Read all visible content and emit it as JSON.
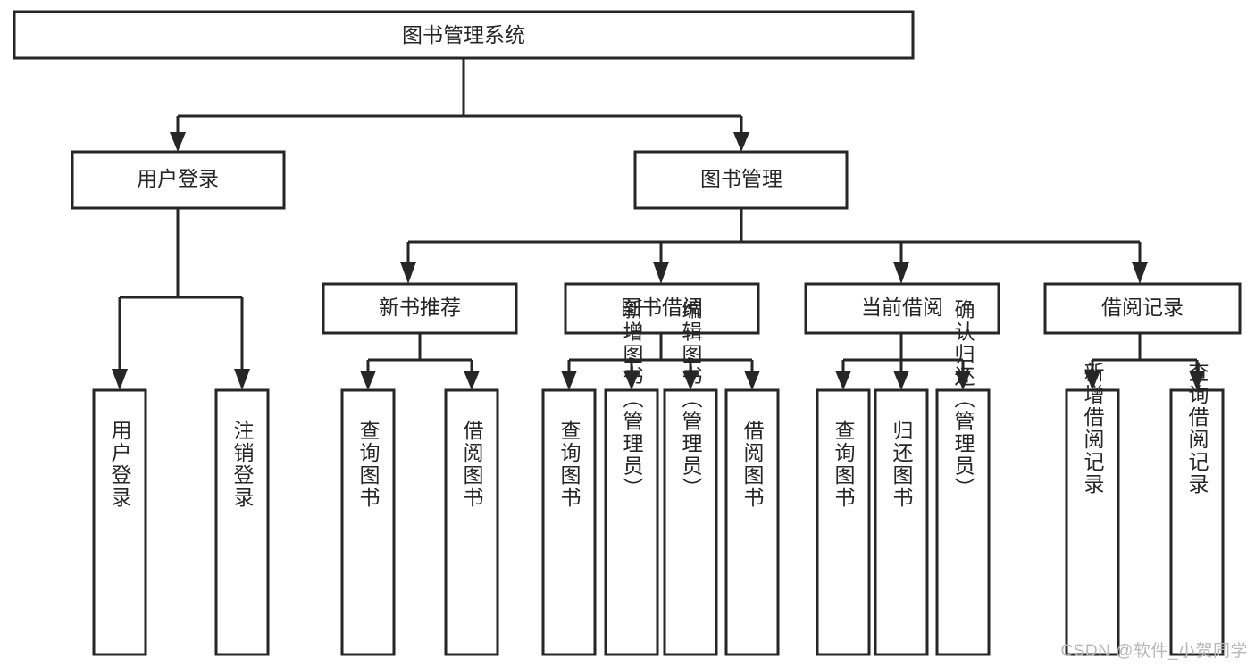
{
  "diagram": {
    "title": "图书管理系统",
    "watermark": "CSDN @软件_小贺同学",
    "colors": {
      "stroke": "#262626",
      "fill": "#ffffff",
      "background": "#ffffff",
      "watermark": "#b8b8b8"
    },
    "root": {
      "label": "图书管理系统"
    },
    "level2": [
      {
        "label": "用户登录"
      },
      {
        "label": "图书管理"
      }
    ],
    "level3": [
      {
        "label": "新书推荐"
      },
      {
        "label": "图书借阅"
      },
      {
        "label": "当前借阅"
      },
      {
        "label": "借阅记录"
      }
    ],
    "leaves": {
      "user_login": [
        {
          "label": "用户登录"
        },
        {
          "label": "注销登录"
        }
      ],
      "new_book_recommend": [
        {
          "label": "查询图书"
        },
        {
          "label": "借阅图书"
        }
      ],
      "book_borrow": [
        {
          "label": "查询图书"
        },
        {
          "label": "新增图书（管理员）"
        },
        {
          "label": "编辑图书（管理员）"
        },
        {
          "label": "借阅图书"
        }
      ],
      "current_borrow": [
        {
          "label": "查询图书"
        },
        {
          "label": "归还图书"
        },
        {
          "label": "确认归还（管理员）"
        }
      ],
      "borrow_record": [
        {
          "label": "新增借阅记录"
        },
        {
          "label": "查询借阅记录"
        }
      ]
    }
  }
}
